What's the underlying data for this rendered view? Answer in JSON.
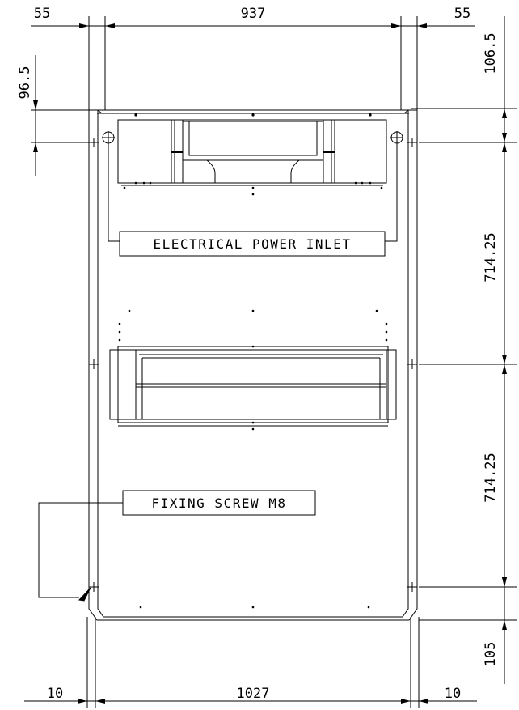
{
  "dimensions": {
    "top_left_margin": "55",
    "top_width": "937",
    "top_right_margin": "55",
    "left_offset": "96.5",
    "right_top_offset": "106.5",
    "right_pitch_upper": "714.25",
    "right_pitch_lower": "714.25",
    "right_bottom_offset": "105",
    "bottom_left_margin": "10",
    "bottom_width": "1027",
    "bottom_right_margin": "10"
  },
  "labels": {
    "power_inlet": "ELECTRICAL POWER INLET",
    "fixing_screw": "FIXING SCREW M8"
  },
  "colors": {
    "line": "#000000",
    "background": "#ffffff"
  }
}
